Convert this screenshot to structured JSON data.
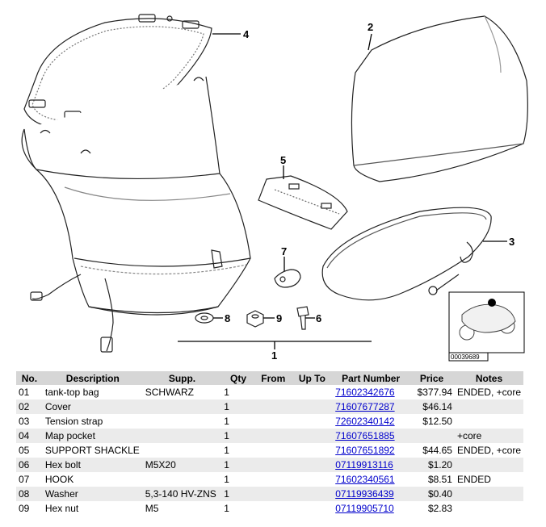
{
  "diagram": {
    "callouts": [
      "1",
      "2",
      "3",
      "4",
      "5",
      "6",
      "7",
      "8",
      "9"
    ],
    "reference_code": "00039689"
  },
  "table": {
    "headers": [
      "No.",
      "Description",
      "Supp.",
      "Qty",
      "From",
      "Up To",
      "Part Number",
      "Price",
      "Notes"
    ],
    "rows": [
      {
        "no": "01",
        "desc": "tank-top bag",
        "supp": "SCHWARZ",
        "qty": "1",
        "from": "",
        "upto": "",
        "pn": "71602342676",
        "price": "$377.94",
        "notes": "ENDED, +core"
      },
      {
        "no": "02",
        "desc": "Cover",
        "supp": "",
        "qty": "1",
        "from": "",
        "upto": "",
        "pn": "71607677287",
        "price": "$46.14",
        "notes": ""
      },
      {
        "no": "03",
        "desc": "Tension strap",
        "supp": "",
        "qty": "1",
        "from": "",
        "upto": "",
        "pn": "72602340142",
        "price": "$12.50",
        "notes": ""
      },
      {
        "no": "04",
        "desc": "Map pocket",
        "supp": "",
        "qty": "1",
        "from": "",
        "upto": "",
        "pn": "71607651885",
        "price": "",
        "notes": "+core"
      },
      {
        "no": "05",
        "desc": "SUPPORT SHACKLE",
        "supp": "",
        "qty": "1",
        "from": "",
        "upto": "",
        "pn": "71607651892",
        "price": "$44.65",
        "notes": "ENDED, +core"
      },
      {
        "no": "06",
        "desc": "Hex bolt",
        "supp": "M5X20",
        "qty": "1",
        "from": "",
        "upto": "",
        "pn": "07119913116",
        "price": "$1.20",
        "notes": ""
      },
      {
        "no": "07",
        "desc": "HOOK",
        "supp": "",
        "qty": "1",
        "from": "",
        "upto": "",
        "pn": "71602340561",
        "price": "$8.51",
        "notes": "ENDED"
      },
      {
        "no": "08",
        "desc": "Washer",
        "supp": "5,3-140 HV-ZNS",
        "qty": "1",
        "from": "",
        "upto": "",
        "pn": "07119936439",
        "price": "$0.40",
        "notes": ""
      },
      {
        "no": "09",
        "desc": "Hex nut",
        "supp": "M5",
        "qty": "1",
        "from": "",
        "upto": "",
        "pn": "07119905710",
        "price": "$2.83",
        "notes": ""
      }
    ]
  }
}
